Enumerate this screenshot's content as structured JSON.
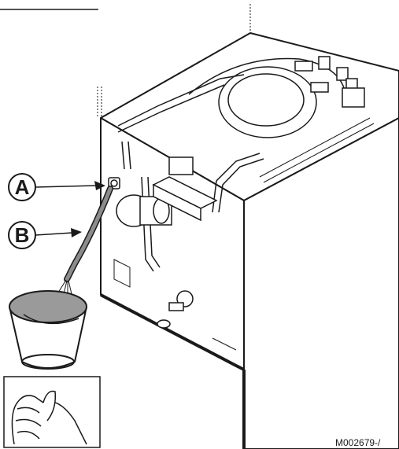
{
  "figure": {
    "callouts": [
      {
        "letter": "A",
        "target": "drain-valve"
      },
      {
        "letter": "B",
        "target": "drain-hose"
      }
    ],
    "reference_code": "M002679-/",
    "colors": {
      "line": "#1a1a1a",
      "water": "#9a9a9a",
      "hose": "#8c8c8c",
      "spray": "#8fb4e6"
    },
    "icons": [
      "drain-valve-icon",
      "bucket-icon",
      "hand-warning-icon"
    ]
  }
}
